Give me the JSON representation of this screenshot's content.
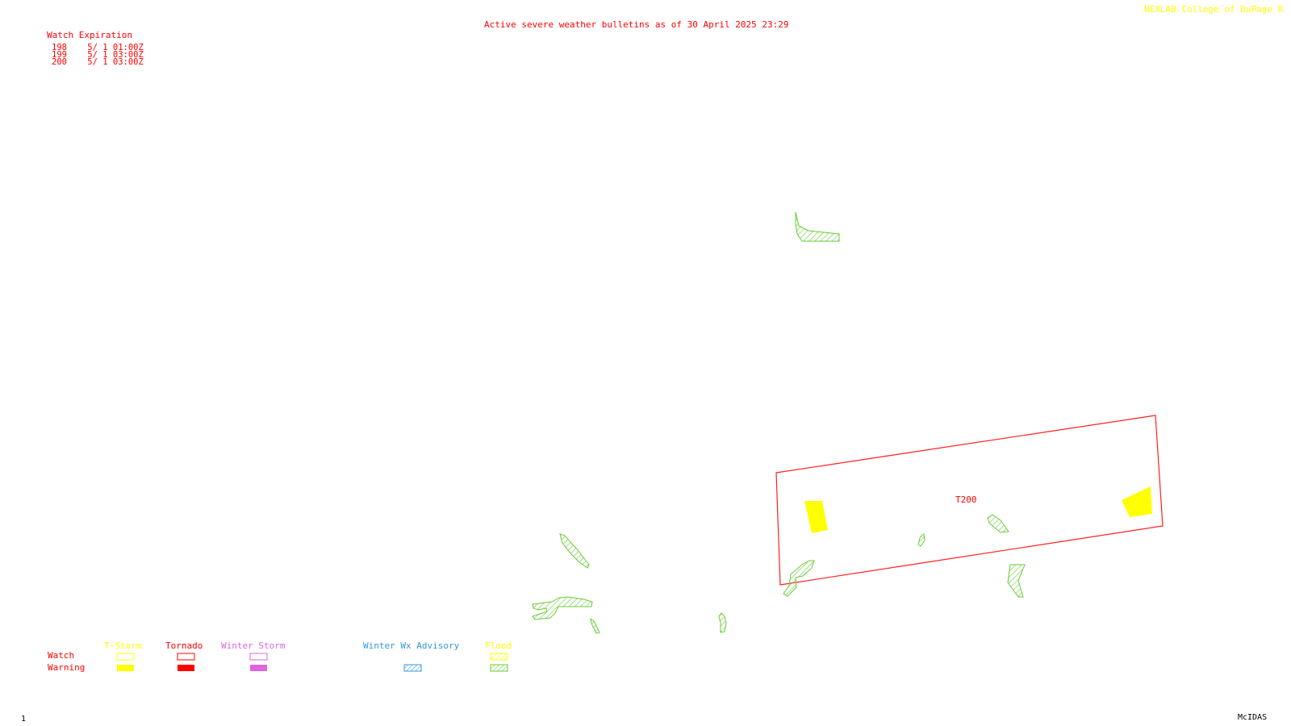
{
  "header": {
    "credit": "NEXLAB-College of DuPage R",
    "title": "Active severe weather bulletins as of 30 April 2025 23:29"
  },
  "watch_expiration": {
    "title": "Watch Expiration",
    "rows": [
      {
        "number": "198",
        "expires": "5/ 1 01:00Z"
      },
      {
        "number": "199",
        "expires": "5/ 1 03:00Z"
      },
      {
        "number": "200",
        "expires": "5/ 1 03:00Z"
      }
    ]
  },
  "map": {
    "watch_label": "T200",
    "colors": {
      "tstorm": "#ffff00",
      "tornado": "#ff0000",
      "winter_storm": "#dd66dd",
      "winter_advisory": "#3399dd",
      "flood": "#66cc33"
    }
  },
  "legend": {
    "row_labels": {
      "watch": "Watch",
      "warning": "Warning"
    },
    "categories": {
      "tstorm": "T-Storm",
      "tornado": "Tornado",
      "winter_storm": "Winter Storm",
      "winter_advisory": "Winter Wx Advisory",
      "flood": "Flood"
    }
  },
  "footer": {
    "page": "1",
    "software": "McIDAS"
  }
}
